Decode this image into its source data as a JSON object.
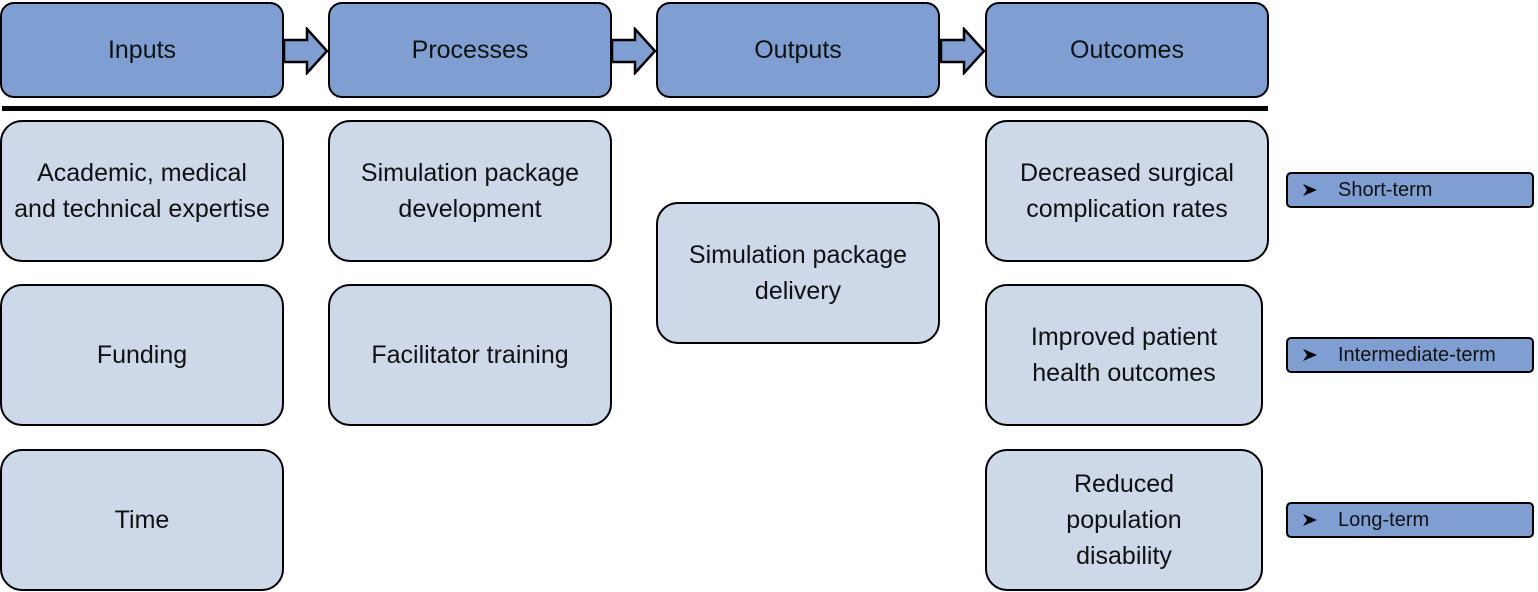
{
  "headers": [
    "Inputs",
    "Processes",
    "Outputs",
    "Outcomes"
  ],
  "inputs": [
    "Academic, medical and technical expertise",
    "Funding",
    "Time"
  ],
  "processes": [
    "Simulation package development",
    "Facilitator training"
  ],
  "outputs": [
    "Simulation package delivery"
  ],
  "outcomes": [
    "Decreased surgical complication rates",
    "Improved patient health outcomes",
    "Reduced population disability"
  ],
  "terms": [
    "Short-term",
    "Intermediate-term",
    "Long-term"
  ]
}
